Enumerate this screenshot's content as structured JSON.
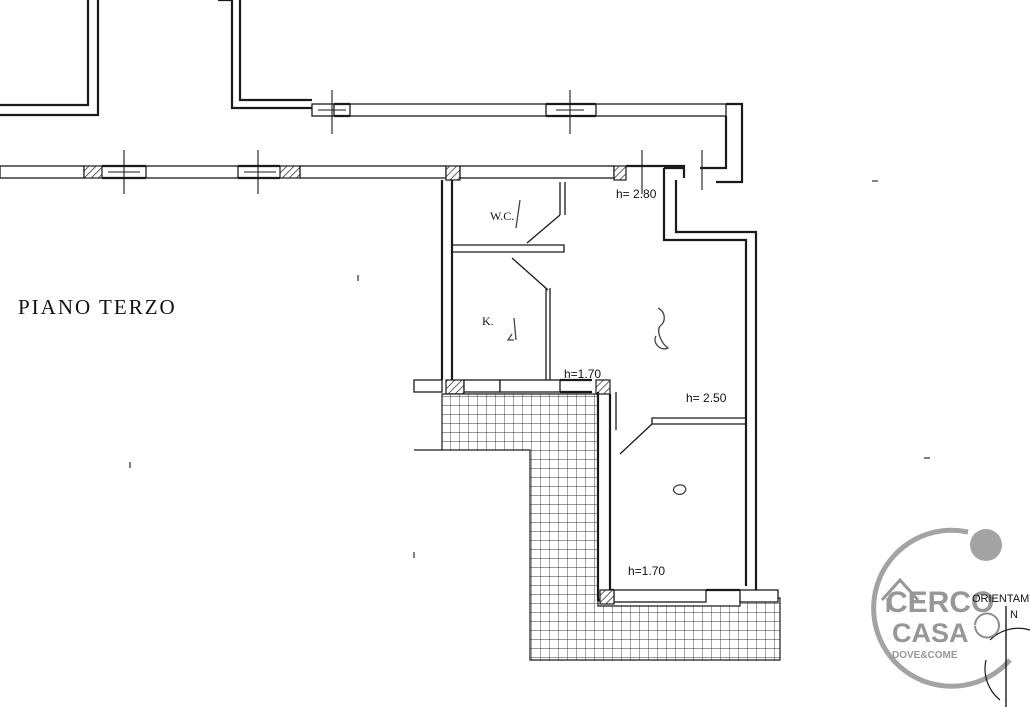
{
  "plan": {
    "floor_title": "PIANO TERZO",
    "rooms": {
      "wc": "W.C.",
      "kitchen": "K."
    },
    "heights": {
      "h_top": "h= 2.80",
      "h_mid": "h= 2.50",
      "h_door": "h=1.70",
      "h_bottom": "h=1.70"
    }
  },
  "watermark": {
    "line1": "CERCO",
    "line2": "CASA",
    "line3": "DOVE&COME",
    "orientation": "ORIENTAMENTO",
    "north": "N"
  },
  "colors": {
    "ink": "#1a1a1a",
    "watermark_grey": "#8c8c8c"
  }
}
